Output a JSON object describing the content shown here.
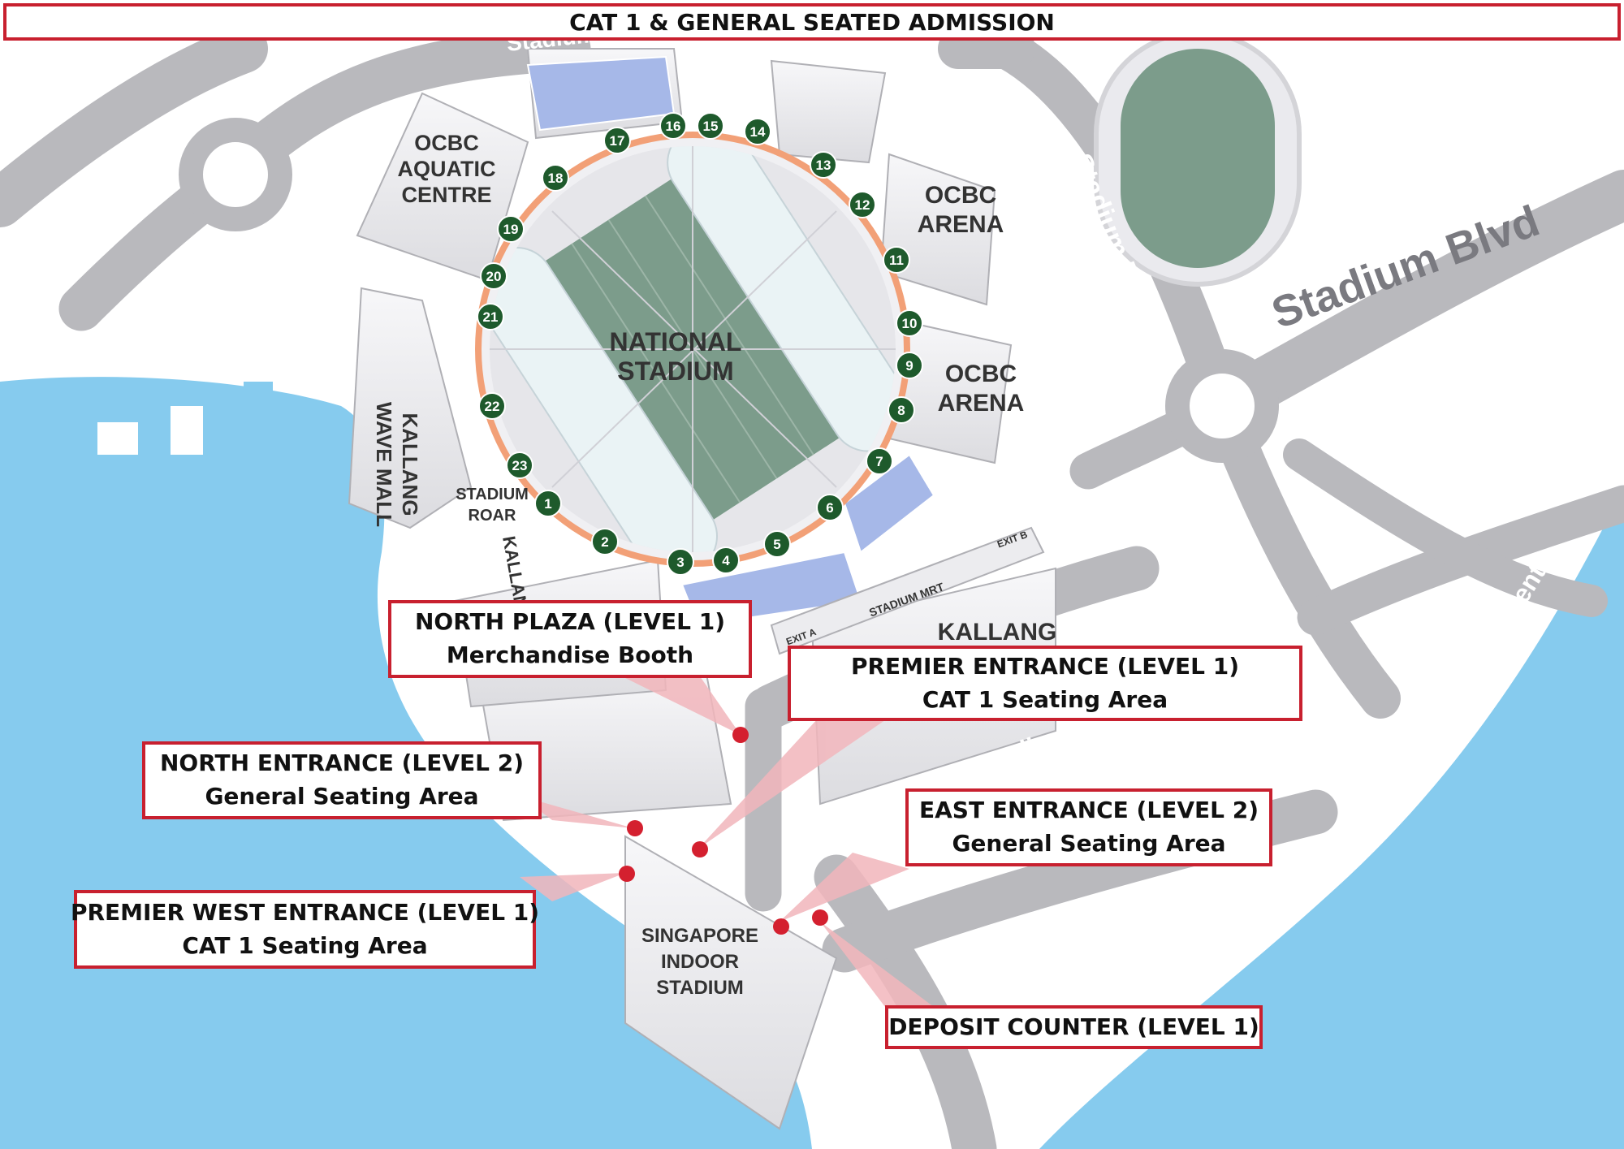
{
  "title": "CAT 1 & GENERAL SEATED ADMISSION",
  "colors": {
    "water": "#86cbee",
    "road": "#b9b9bd",
    "building": "#ececef",
    "pitch": "#7c9c8b",
    "gate": "#1e5a2c",
    "callout_border": "#c8202f",
    "marker": "#d4202f"
  },
  "gates": [
    "1",
    "2",
    "3",
    "4",
    "5",
    "6",
    "7",
    "8",
    "9",
    "10",
    "11",
    "12",
    "13",
    "14",
    "15",
    "16",
    "17",
    "18",
    "19",
    "20",
    "21",
    "22",
    "23"
  ],
  "buildings": {
    "aquatic": [
      "OCBC",
      "AQUATIC",
      "CENTRE"
    ],
    "arena_top": [
      "OCBC",
      "ARENA"
    ],
    "arena_mid": [
      "OCBC",
      "ARENA"
    ],
    "stadium": [
      "NATIONAL",
      "STADIUM"
    ],
    "wave_mall": [
      "KALLANG",
      "WAVE MALL"
    ],
    "roar": [
      "STADIUM",
      "ROAR"
    ],
    "indoor": [
      "SINGAPORE",
      "INDOOR",
      "STADIUM"
    ],
    "kallang": "KALLANG",
    "mrt": "STADIUM MRT",
    "exit_a": "EXIT A",
    "exit_b": "EXIT B",
    "kallang_wave_bottom": "KALLANG WA"
  },
  "roads": {
    "stadium_blvd": "Stadium Blvd",
    "stadium_drive": "Stadium Drive",
    "stadium_crescent_right": "Stadium Crescent",
    "stadium_crescent_bottom": "Stadium Crescent",
    "stadium_partial": "Stadium",
    "stadium_top": "Stadium"
  },
  "callouts": {
    "north_plaza": {
      "line1": "NORTH PLAZA (LEVEL 1)",
      "line2": "Merchandise Booth"
    },
    "premier": {
      "line1": "PREMIER ENTRANCE (LEVEL 1)",
      "line2": "CAT 1 Seating Area"
    },
    "north_entrance": {
      "line1": "NORTH ENTRANCE (LEVEL 2)",
      "line2": "General Seating Area"
    },
    "east_entrance": {
      "line1": "EAST ENTRANCE (LEVEL 2)",
      "line2": "General Seating Area"
    },
    "premier_west": {
      "line1": "PREMIER WEST ENTRANCE (LEVEL 1)",
      "line2": "CAT 1 Seating Area"
    },
    "deposit": {
      "line1": "DEPOSIT COUNTER (LEVEL 1)"
    }
  }
}
